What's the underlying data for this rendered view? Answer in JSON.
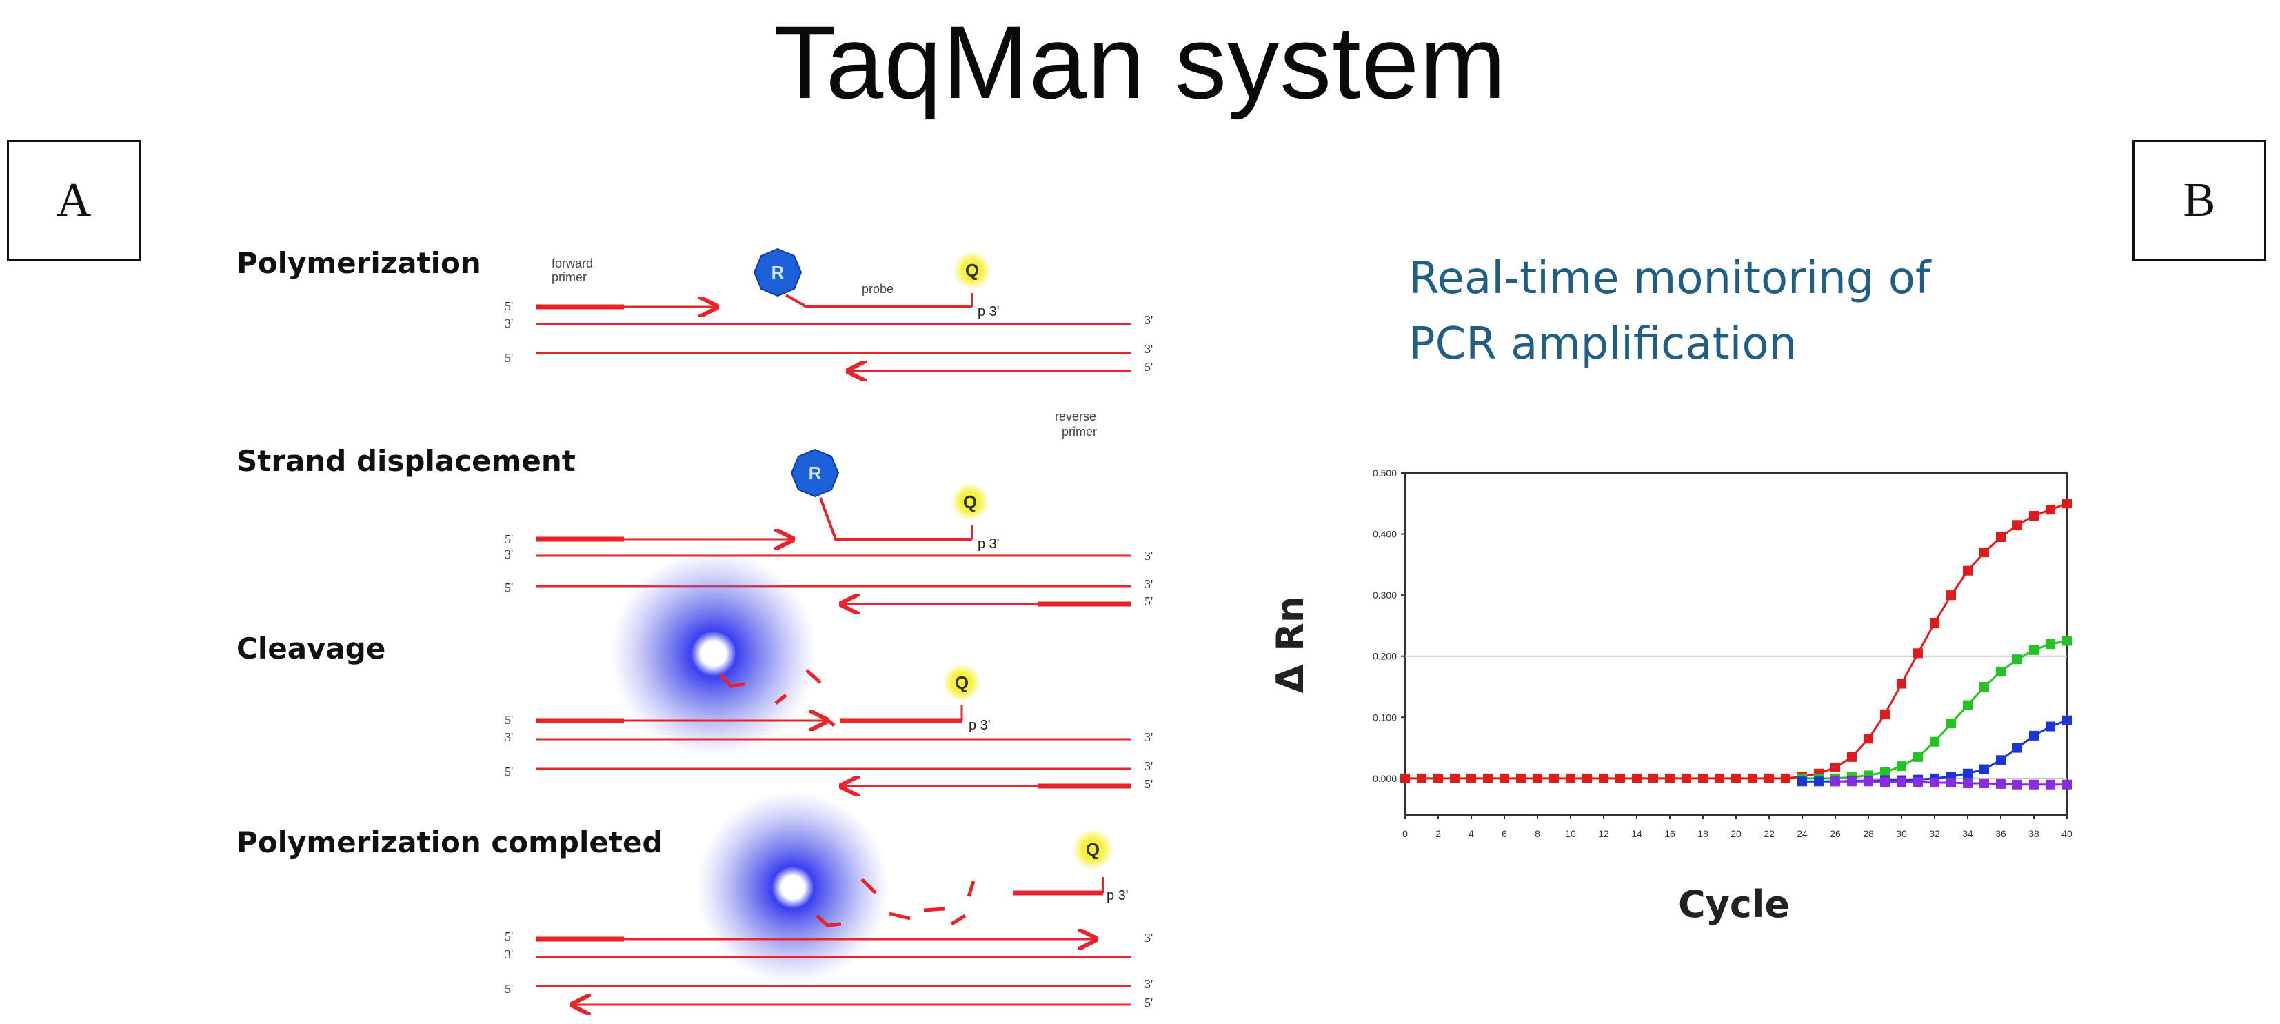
{
  "title": "TaqMan system",
  "panel_labels": {
    "a": "A",
    "b": "B"
  },
  "panel_a": {
    "steps": [
      {
        "title": "Polymerization"
      },
      {
        "title": "Strand displacement"
      },
      {
        "title": "Cleavage"
      },
      {
        "title": "Polymerization completed"
      }
    ],
    "strand_labels": {
      "five_prime": "5'",
      "three_prime": "3'",
      "p3": "p 3'"
    },
    "annotations": {
      "forward": "forward",
      "primer": "primer",
      "probe": "probe",
      "reverse": "reverse"
    },
    "reporter_label": "R",
    "quencher_label": "Q",
    "colors": {
      "strand": "#e8232a",
      "reporter": "#1c5fd8",
      "quencher": "#f6ef3a",
      "glow": "#2a2fe0"
    }
  },
  "panel_b": {
    "title_line1": "Real-time monitoring of",
    "title_line2": "PCR amplification"
  },
  "chart_data": {
    "type": "line",
    "title": "Real-time monitoring of PCR amplification",
    "xlabel": "Cycle",
    "ylabel": "Δ Rn",
    "xlim": [
      0,
      40
    ],
    "ylim": [
      -0.06,
      0.5
    ],
    "x_ticks": [
      "0",
      "2",
      "4",
      "6",
      "8",
      "10",
      "12",
      "14",
      "16",
      "18",
      "20",
      "22",
      "24",
      "26",
      "28",
      "30",
      "32",
      "34",
      "36",
      "38",
      "40"
    ],
    "y_ticks": [
      {
        "value": 0.0,
        "label": "0.000"
      },
      {
        "value": 0.1,
        "label": "0.100"
      },
      {
        "value": 0.2,
        "label": "0.200"
      },
      {
        "value": 0.3,
        "label": "0.300"
      },
      {
        "value": 0.4,
        "label": "0.400"
      },
      {
        "value": 0.5,
        "label": "0.500"
      }
    ],
    "gridlines_y": [
      0.0,
      0.2
    ],
    "series": [
      {
        "color": "#e01b1b",
        "x": [
          0,
          1,
          2,
          3,
          4,
          5,
          6,
          7,
          8,
          9,
          10,
          11,
          12,
          13,
          14,
          15,
          16,
          17,
          18,
          19,
          20,
          21,
          22,
          23,
          24,
          25,
          26,
          27,
          28,
          29,
          30,
          31,
          32,
          33,
          34,
          35,
          36,
          37,
          38,
          39,
          40
        ],
        "values": [
          0,
          0,
          0,
          0,
          0,
          0,
          0,
          0,
          0,
          0,
          0,
          0,
          0,
          0,
          0,
          0,
          0,
          0,
          0,
          0,
          0,
          0,
          0,
          0,
          0.003,
          0.008,
          0.018,
          0.035,
          0.065,
          0.105,
          0.155,
          0.205,
          0.255,
          0.3,
          0.34,
          0.37,
          0.395,
          0.415,
          0.43,
          0.44,
          0.45
        ]
      },
      {
        "color": "#22c422",
        "x": [
          24,
          25,
          26,
          27,
          28,
          29,
          30,
          31,
          32,
          33,
          34,
          35,
          36,
          37,
          38,
          39,
          40
        ],
        "values": [
          0,
          0,
          0,
          0.002,
          0.005,
          0.01,
          0.02,
          0.035,
          0.06,
          0.09,
          0.12,
          0.15,
          0.175,
          0.195,
          0.21,
          0.22,
          0.225
        ]
      },
      {
        "color": "#1a35d8",
        "x": [
          24,
          25,
          26,
          27,
          28,
          29,
          30,
          31,
          32,
          33,
          34,
          35,
          36,
          37,
          38,
          39,
          40
        ],
        "values": [
          -0.005,
          -0.005,
          -0.005,
          -0.004,
          -0.004,
          -0.003,
          -0.003,
          -0.002,
          0,
          0.003,
          0.008,
          0.015,
          0.03,
          0.05,
          0.07,
          0.085,
          0.095
        ]
      },
      {
        "color": "#8a2be2",
        "x": [
          26,
          27,
          28,
          29,
          30,
          31,
          32,
          33,
          34,
          35,
          36,
          37,
          38,
          39,
          40
        ],
        "values": [
          -0.005,
          -0.005,
          -0.005,
          -0.006,
          -0.006,
          -0.006,
          -0.007,
          -0.007,
          -0.008,
          -0.008,
          -0.009,
          -0.01,
          -0.01,
          -0.01,
          -0.01
        ]
      }
    ]
  }
}
